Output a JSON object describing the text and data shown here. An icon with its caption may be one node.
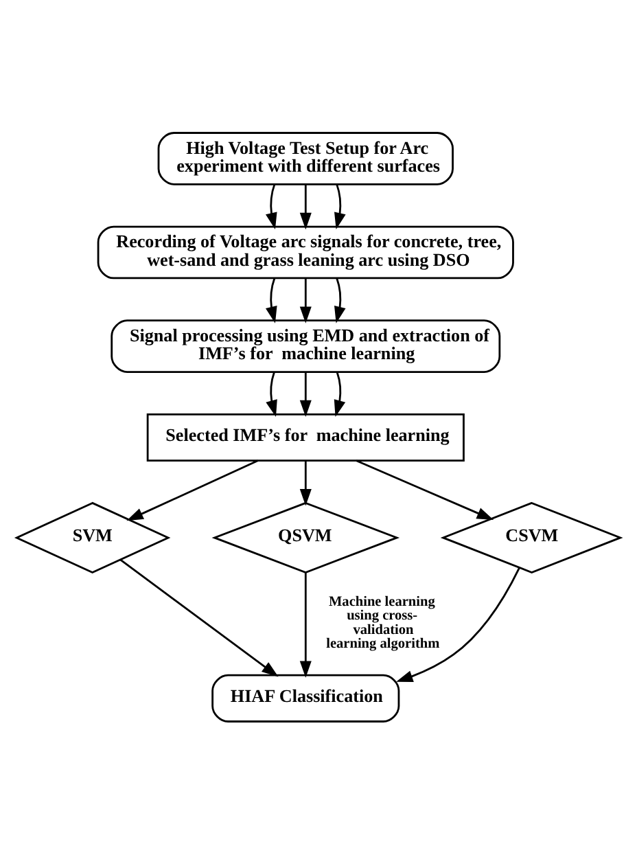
{
  "diagram": {
    "nodes": [
      {
        "text": [
          "High Voltage Test Setup for Arc experiment with different surfaces"
        ]
      },
      {
        "text": [
          "Recording of Voltage arc signals for concrete, tree, wet-sand and grass leaning arc using DSO"
        ]
      },
      {
        "text": [
          "Signal processing using EMD and extraction of IMF’s for  machine learning"
        ]
      },
      {
        "text": [
          "Selected IMF’s for  machine learning"
        ]
      },
      {
        "text": [
          "SVM"
        ]
      },
      {
        "text": [
          "QSVM"
        ]
      },
      {
        "text": [
          "CSVM"
        ]
      },
      {
        "text": [
          "HIAF Classification"
        ]
      }
    ],
    "edges": [
      {
        "from": 0,
        "to": 1,
        "arrow": "to"
      },
      {
        "from": 0,
        "to": 1,
        "arrow": "to"
      },
      {
        "from": 0,
        "to": 1,
        "arrow": "to"
      },
      {
        "from": 1,
        "to": 2,
        "arrow": "to"
      },
      {
        "from": 1,
        "to": 2,
        "arrow": "to"
      },
      {
        "from": 1,
        "to": 2,
        "arrow": "to"
      },
      {
        "from": 2,
        "to": 3,
        "arrow": "to"
      },
      {
        "from": 2,
        "to": 3,
        "arrow": "to"
      },
      {
        "from": 2,
        "to": 3,
        "arrow": "to"
      },
      {
        "from": 3,
        "to": 4,
        "arrow": "to"
      },
      {
        "from": 3,
        "to": 5,
        "arrow": "to"
      },
      {
        "from": 3,
        "to": 6,
        "arrow": "to"
      },
      {
        "from": 4,
        "to": 7,
        "arrow": "to"
      },
      {
        "from": 5,
        "to": 7,
        "arrow": "to",
        "label": "Machine learning using cross-validation learning algorithm"
      },
      {
        "from": 6,
        "to": 7,
        "arrow": "to"
      }
    ]
  }
}
